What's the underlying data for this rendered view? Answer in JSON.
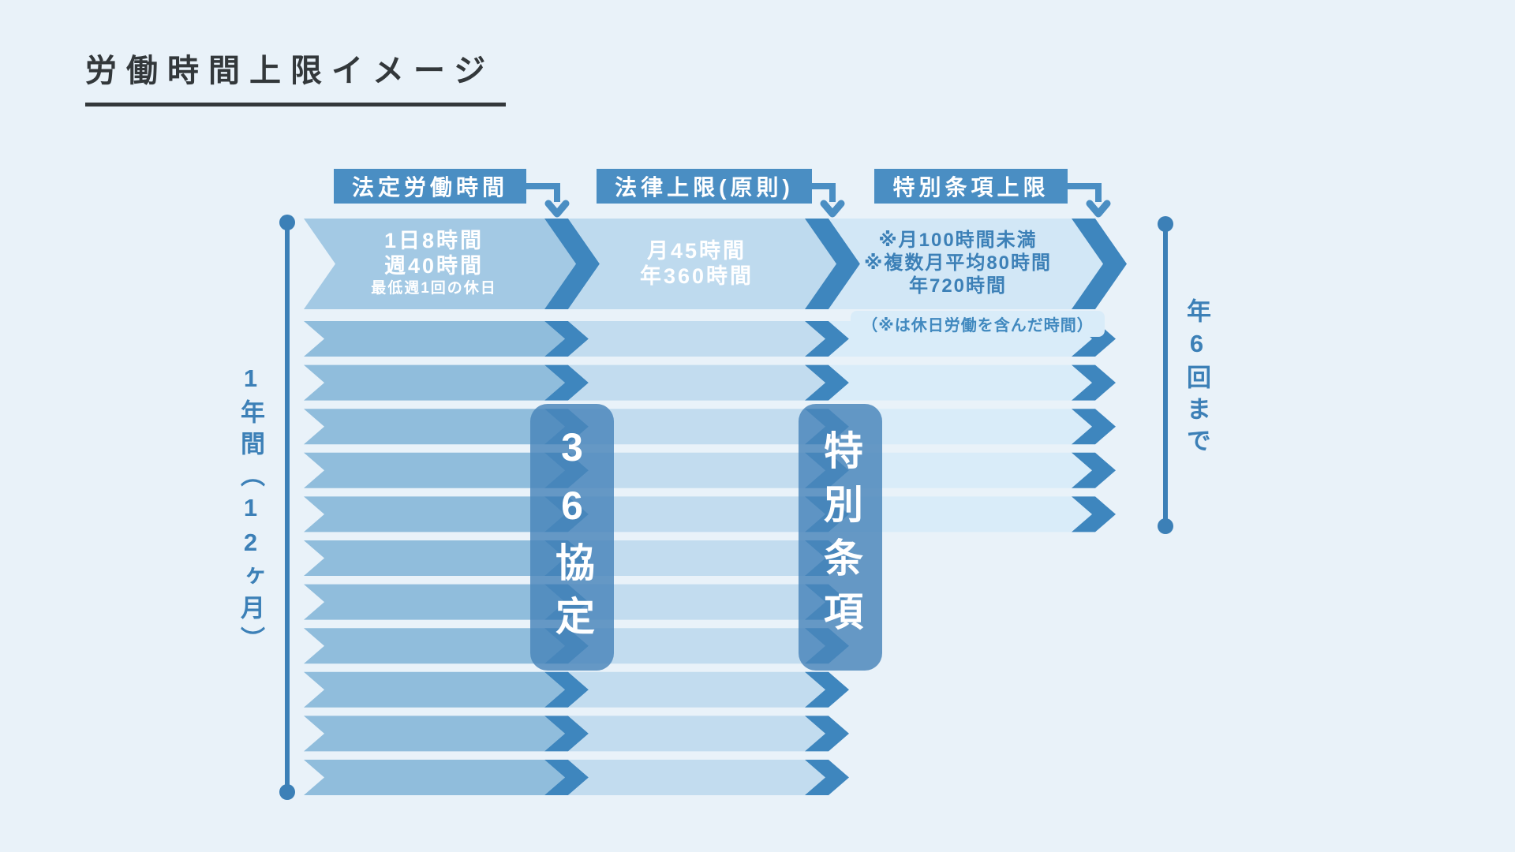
{
  "title": "労働時間上限イメージ",
  "header_labels": {
    "statutory": "法定労働時間",
    "legal_limit": "法律上限(原則)",
    "special_limit": "特別条項上限"
  },
  "row1": {
    "seg1_lines": [
      "1日8時間",
      "週40時間",
      "最低週1回の休日"
    ],
    "seg2_lines": [
      "月45時間",
      "年360時間"
    ],
    "seg3_lines": [
      "※月100時間未満",
      "※複数月平均80時間",
      "年720時間"
    ]
  },
  "note": "（※は休日労働を含んだ時間）",
  "overlays": {
    "agreement": "36協定",
    "special_clause": "特別条項"
  },
  "axis_labels": {
    "left": "1年間（12ヶ月）",
    "right": "年6回まで"
  },
  "structure": {
    "total_month_rows": 12,
    "rows_with_special_segment": 6
  },
  "colors": {
    "bg": "#e9f2f9",
    "title_text": "#33383b",
    "label_bg": "#4a8ec3",
    "chevron": "#3e86be",
    "seg1_row1": "#a3c9e4",
    "seg1": "#90bddc",
    "seg2_row1": "#bedaee",
    "seg2": "#c2dcef",
    "seg3_row1": "#d2e7f6",
    "seg3": "#d9ecf9",
    "seg3_text": "#3c80b7",
    "note_text": "#4189bf",
    "bracket": "#3c80b7",
    "overlay_bg": "rgba(73,134,187,0.83)",
    "overlay_text": "#ffffff"
  }
}
